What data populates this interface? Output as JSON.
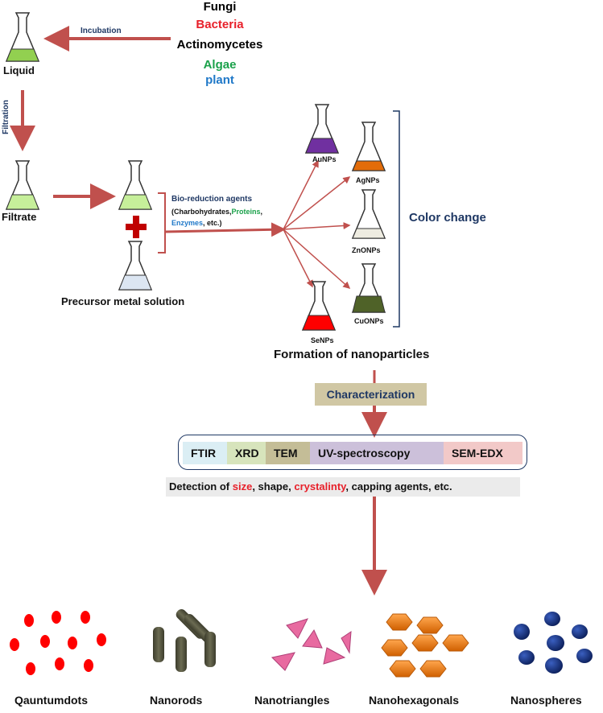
{
  "sources": [
    {
      "label": "Fungi",
      "color": "#111111"
    },
    {
      "label": "Bacteria",
      "color": "#e8202a"
    },
    {
      "label": "Actinomycetes",
      "color": "#111111"
    },
    {
      "label": "Algae",
      "color": "#1aa14a"
    },
    {
      "label": "plant",
      "color": "#1f78c8"
    }
  ],
  "steps": {
    "incubation": "Incubation",
    "filtration": "Filtration",
    "liquid": "Liquid",
    "filtrate": "Filtrate",
    "precursor": "Precursor metal solution"
  },
  "bioreduction": {
    "title": "Bio-reduction agents",
    "open": "(Charbohydrates,",
    "proteins": "Proteins",
    "comma": ",",
    "enzymes": "Enzymes",
    "rest": ", etc.)"
  },
  "nanoparticles": [
    "AuNPs",
    "AgNPs",
    "ZnONPs",
    "CuONPs",
    "SeNPs"
  ],
  "color_change": "Color change",
  "formation": "Formation of nanoparticles",
  "characterization": "Characterization",
  "techniques": [
    "FTIR",
    "XRD",
    "TEM",
    "UV-spectroscopy",
    "SEM-EDX"
  ],
  "detection": {
    "prefix": "Detection of ",
    "size": "size",
    "mid": ", shape, ",
    "crystalinty": "crystalinty",
    "suffix": ", capping agents, etc."
  },
  "shapes": [
    "Qauntumdots",
    "Nanorods",
    "Nanotriangles",
    "Nanohexagonals",
    "Nanospheres"
  ],
  "colors": {
    "arrow": "#c0504d",
    "liquid_green": "#92d050",
    "filtrate_green": "#c6ef9a",
    "precursor_blue": "#dce6f2",
    "au_purple": "#7030a0",
    "ag_orange": "#e36c09",
    "zno_beige": "#eeece1",
    "cuo_olive": "#4f6228",
    "se_red": "#ff0000",
    "navy": "#1f3864",
    "char_box": "#d0c7a4",
    "ftir": "#dbeef4",
    "xrd": "#d7e4bc",
    "tem": "#c4bd97",
    "uv": "#ccc0da",
    "sem": "#f2c9c8"
  }
}
